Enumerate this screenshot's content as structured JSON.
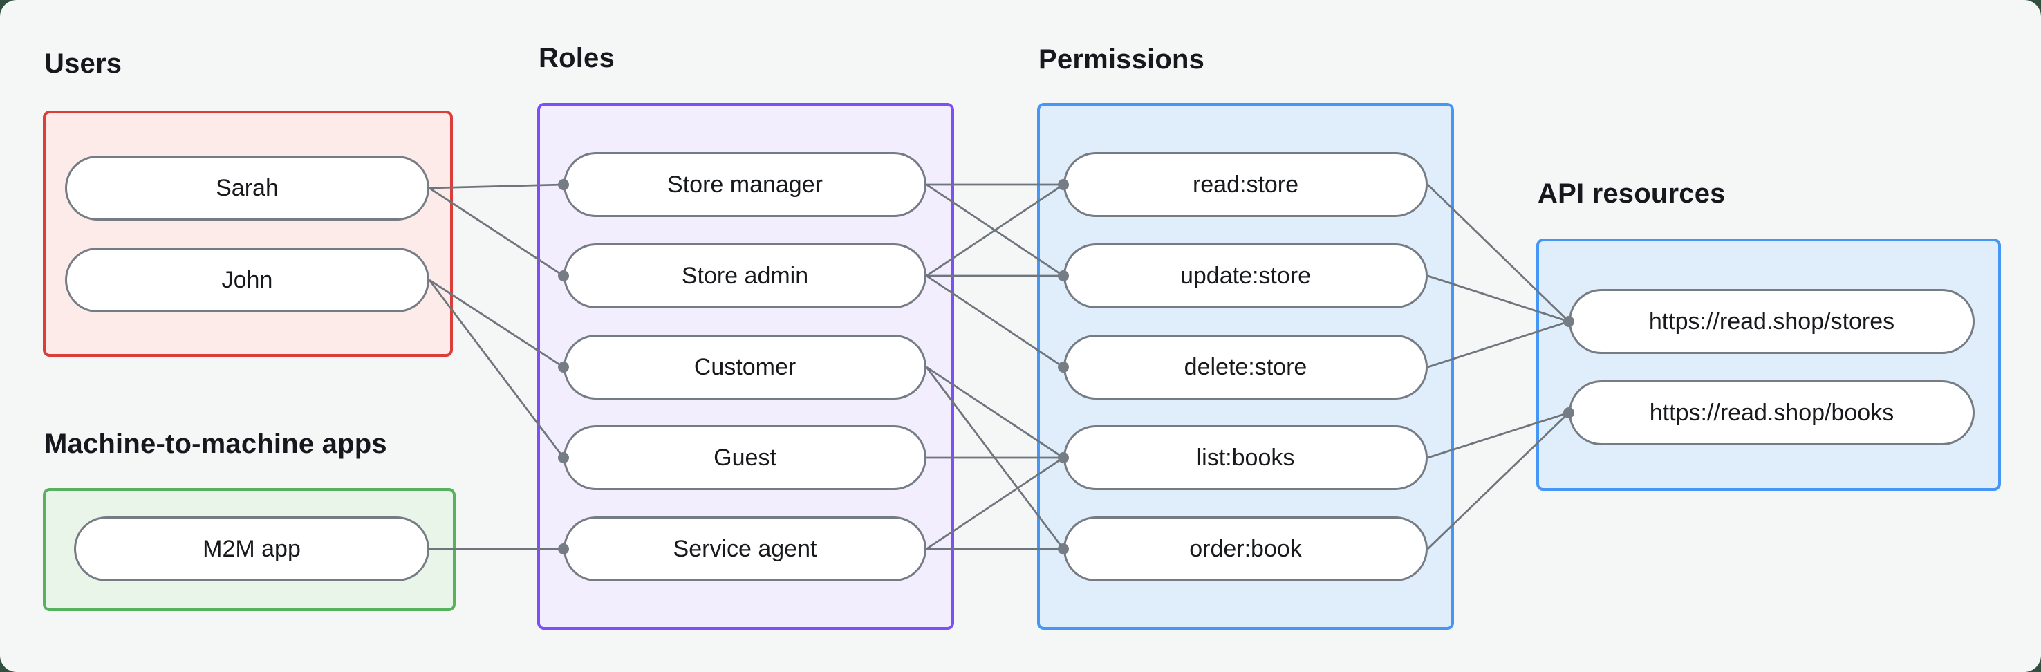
{
  "canvas": {
    "card_bg": "#f5f7f6",
    "outer_bg": "#31503f"
  },
  "groups": {
    "users": {
      "label": "Users",
      "border": "#dc3d39",
      "fill": "#fcebe9"
    },
    "m2m": {
      "label": "Machine-to-machine apps",
      "border": "#57b25e",
      "fill": "#e9f5e8"
    },
    "roles": {
      "label": "Roles",
      "border": "#7c4ff7",
      "fill": "#f3eefe"
    },
    "permissions": {
      "label": "Permissions",
      "border": "#4596f7",
      "fill": "#e0eefc"
    },
    "api": {
      "label": "API resources",
      "border": "#4596f7",
      "fill": "#e0eefc"
    }
  },
  "nodes": {
    "sarah": {
      "label": "Sarah",
      "group": "users"
    },
    "john": {
      "label": "John",
      "group": "users"
    },
    "m2m_app": {
      "label": "M2M app",
      "group": "m2m"
    },
    "store_manager": {
      "label": "Store manager",
      "group": "roles"
    },
    "store_admin": {
      "label": "Store admin",
      "group": "roles"
    },
    "customer": {
      "label": "Customer",
      "group": "roles"
    },
    "guest": {
      "label": "Guest",
      "group": "roles"
    },
    "service_agent": {
      "label": "Service agent",
      "group": "roles"
    },
    "read_store": {
      "label": "read:store",
      "group": "permissions"
    },
    "update_store": {
      "label": "update:store",
      "group": "permissions"
    },
    "delete_store": {
      "label": "delete:store",
      "group": "permissions"
    },
    "list_books": {
      "label": "list:books",
      "group": "permissions"
    },
    "order_book": {
      "label": "order:book",
      "group": "permissions"
    },
    "stores_api": {
      "label": "https://read.shop/stores",
      "group": "api"
    },
    "books_api": {
      "label": "https://read.shop/books",
      "group": "api"
    }
  },
  "edges": [
    {
      "from": "sarah",
      "to": "store_manager"
    },
    {
      "from": "sarah",
      "to": "store_admin"
    },
    {
      "from": "john",
      "to": "customer"
    },
    {
      "from": "john",
      "to": "guest"
    },
    {
      "from": "m2m_app",
      "to": "service_agent"
    },
    {
      "from": "store_manager",
      "to": "read_store"
    },
    {
      "from": "store_manager",
      "to": "update_store"
    },
    {
      "from": "store_admin",
      "to": "read_store"
    },
    {
      "from": "store_admin",
      "to": "update_store"
    },
    {
      "from": "store_admin",
      "to": "delete_store"
    },
    {
      "from": "customer",
      "to": "list_books"
    },
    {
      "from": "customer",
      "to": "order_book"
    },
    {
      "from": "guest",
      "to": "list_books"
    },
    {
      "from": "service_agent",
      "to": "list_books"
    },
    {
      "from": "service_agent",
      "to": "order_book"
    },
    {
      "from": "read_store",
      "to": "stores_api"
    },
    {
      "from": "update_store",
      "to": "stores_api"
    },
    {
      "from": "delete_store",
      "to": "stores_api"
    },
    {
      "from": "list_books",
      "to": "books_api"
    },
    {
      "from": "order_book",
      "to": "books_api"
    }
  ],
  "edge_style": {
    "color": "#6e757c",
    "width": 2.8,
    "dot_radius": 8,
    "dot_color": "#757c83"
  },
  "node_style": {
    "border": "#757c84",
    "fill": "#ffffff",
    "text": "#17191c"
  }
}
